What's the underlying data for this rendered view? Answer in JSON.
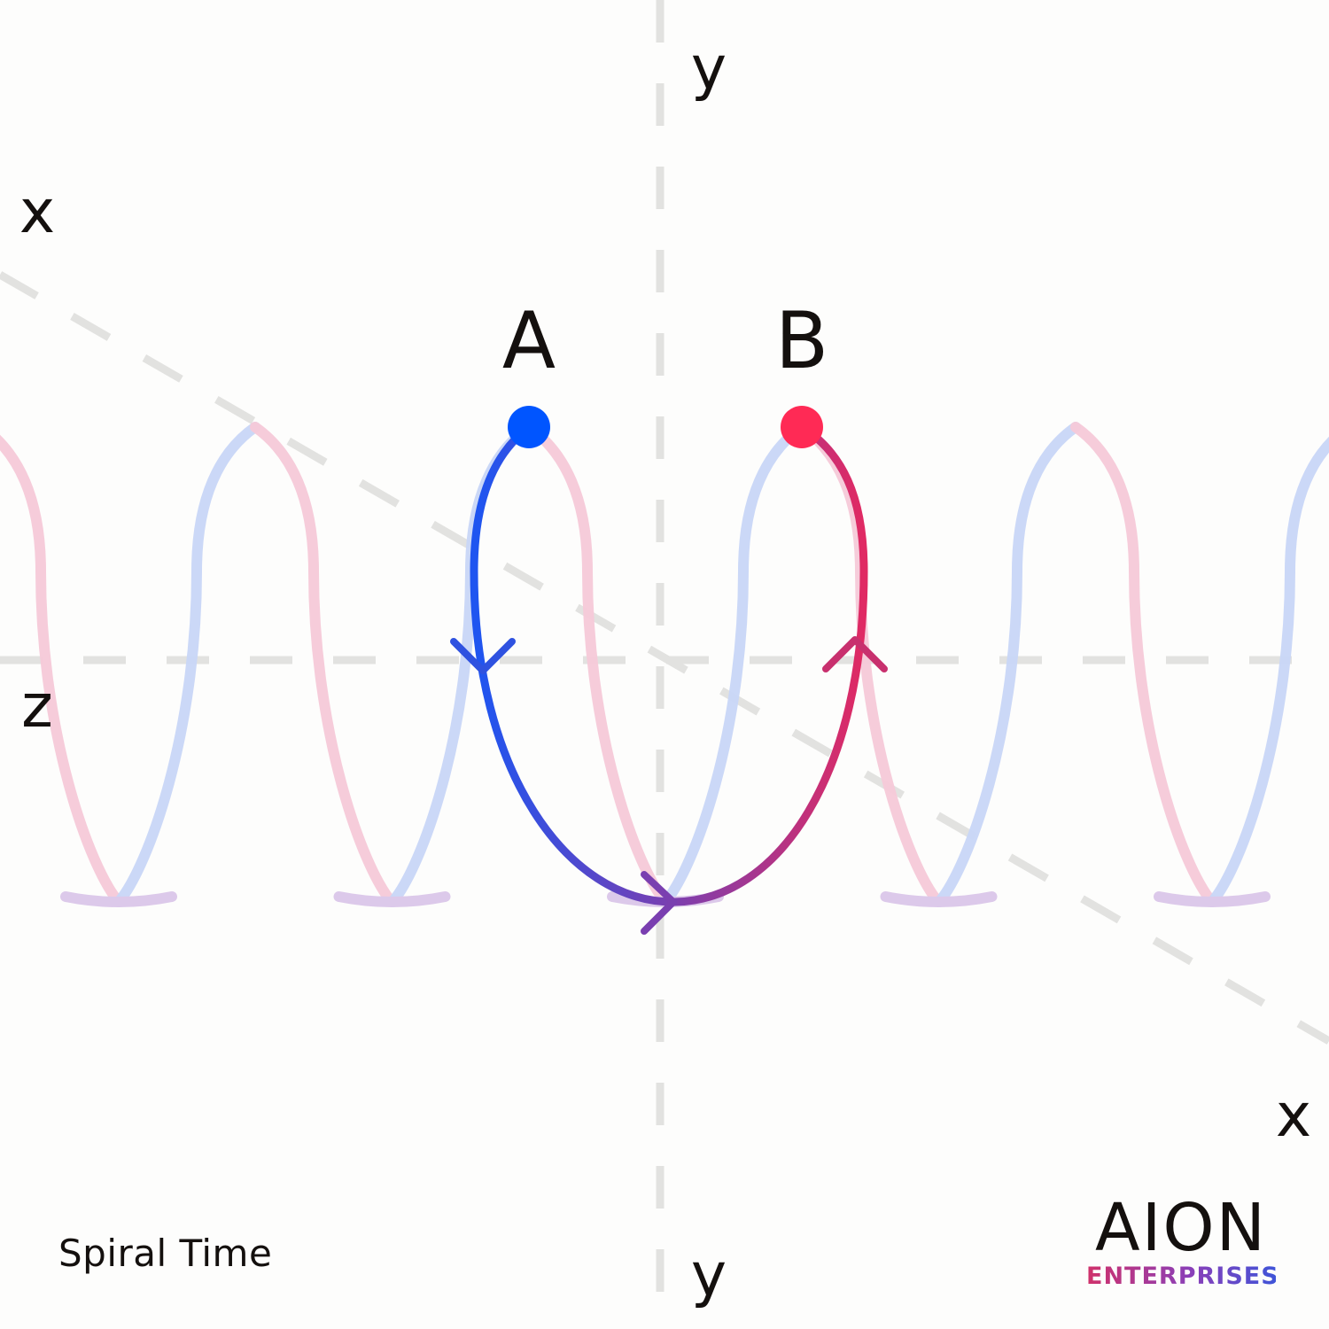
{
  "diagram": {
    "axis_labels": {
      "y_top": "y",
      "y_bottom": "y",
      "x_left": "x",
      "x_right": "x",
      "z": "z"
    },
    "points": {
      "a": {
        "label": "A",
        "color": "#0055ff"
      },
      "b": {
        "label": "B",
        "color": "#ff2a55"
      }
    },
    "colors": {
      "helix_back": "#c8d6f7",
      "helix_front": "#f5c9d8",
      "helix_bottom": "#dcc9ea",
      "path_start": "#1f55f0",
      "path_mid": "#7a3fb0",
      "path_end": "#e02a63",
      "axis_dash": "#e2e2e0"
    }
  },
  "caption": "Spiral Time",
  "logo": {
    "main": "AION",
    "sub": "ENTERPRISES"
  }
}
